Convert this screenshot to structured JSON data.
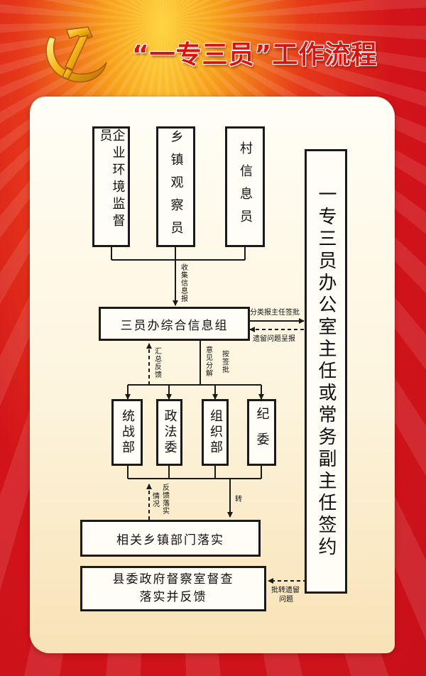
{
  "title": "“一专三员”工作流程",
  "colors": {
    "background_red": "#d2141a",
    "title_red": "#d8140f",
    "emblem_gold": "#f5b415",
    "line_black": "#1a1a1a"
  },
  "emblem": "hammer-and-sickle-icon",
  "boxes": {
    "enterprise_monitor": "企业环境监督员",
    "township_observer": "乡镇观察员",
    "village_info": "村信息员",
    "office_director": "一专三员办公室主任或常务副主任签约",
    "info_group": "三员办综合信息组",
    "united_front": "统战部",
    "political_legal": "政法委",
    "organization": "组织部",
    "discipline": "纪委",
    "township_departments": "相关乡镇部门落实",
    "county_inspection": "县委政府督察室督查落实并反馈"
  },
  "labels": {
    "collect_report": "收集信息报",
    "classify_report": "分类报主任签批",
    "leftover_report": "遗留问题呈报",
    "summary_feedback": "汇总反馈",
    "opinion_breakdown": "意见分解",
    "approved": "按签批",
    "situation": "情况",
    "feedback_implement": "反馈落实",
    "forward": "转",
    "approve_leftover_1": "批转遗留",
    "approve_leftover_2": "问题"
  }
}
